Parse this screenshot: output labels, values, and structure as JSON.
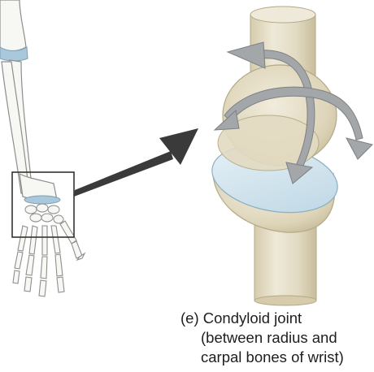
{
  "figure": {
    "caption": {
      "label": "(e)",
      "title": "Condyloid joint",
      "detail_line_1": "(between radius and",
      "detail_line_2": "carpal bones of wrist)"
    }
  },
  "colors": {
    "bone_outline": "#8e8e8e",
    "bone_fill": "#f7f7f3",
    "joint_blue": "#a9c8dc",
    "joint_cylinder": "#e4ddc6",
    "joint_cylinder_shade": "#c9bf9f",
    "cartilage": "#cfe3ee",
    "motion_arrow": "#a3a7aa",
    "pointer_arrow": "#3a3a3a",
    "inset_box": "#333333",
    "caption_text": "#1e1e1e"
  }
}
